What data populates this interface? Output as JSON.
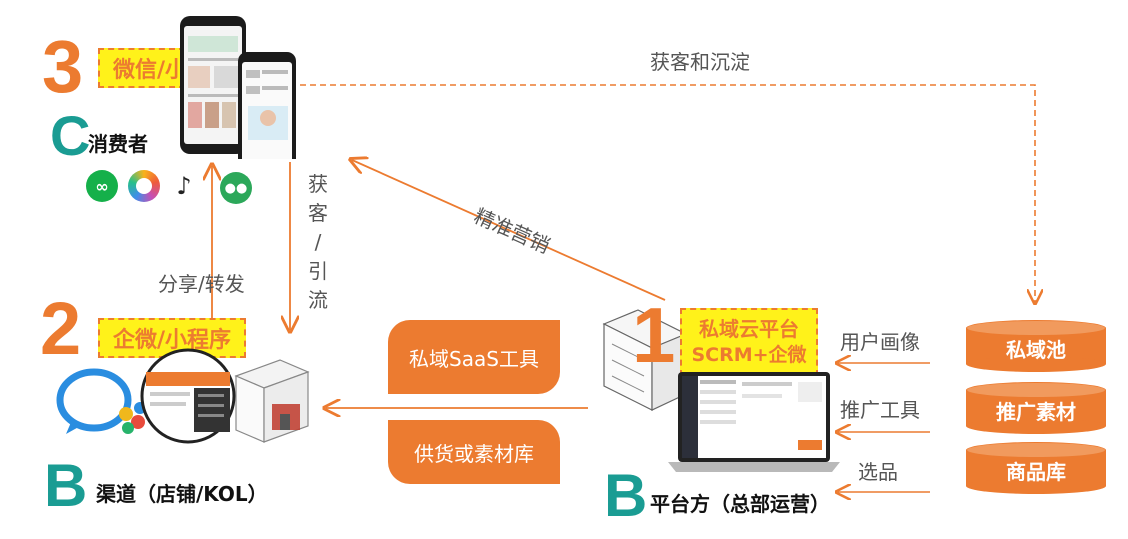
{
  "consumer": {
    "number": "3",
    "tag": "微信/小程序",
    "letter": "C",
    "role": "消费者"
  },
  "channel": {
    "number": "2",
    "tag": "企微/小程序",
    "letter": "B",
    "role": "渠道（店铺/KOL）"
  },
  "platform": {
    "number": "1",
    "tag_line1": "私域云平台",
    "tag_line2": "SCRM+企微",
    "letter": "B",
    "role": "平台方（总部运营）"
  },
  "flows": {
    "acquire_retain": "获客和沉淀",
    "precision_marketing": "精准营销",
    "share_forward": "分享/转发",
    "acquire_v": [
      "获",
      "客",
      "/",
      "引",
      "流"
    ],
    "user_profile": "用户画像",
    "promo_tools": "推广工具",
    "select_products": "选品"
  },
  "boxes": {
    "saas": "私域SaaS工具",
    "supply": "供货或素材库"
  },
  "pools": [
    "私域池",
    "推广素材",
    "商品库"
  ],
  "colors": {
    "orange": "#ec7b30",
    "teal": "#1a9c93",
    "yellow": "#fff21a"
  }
}
